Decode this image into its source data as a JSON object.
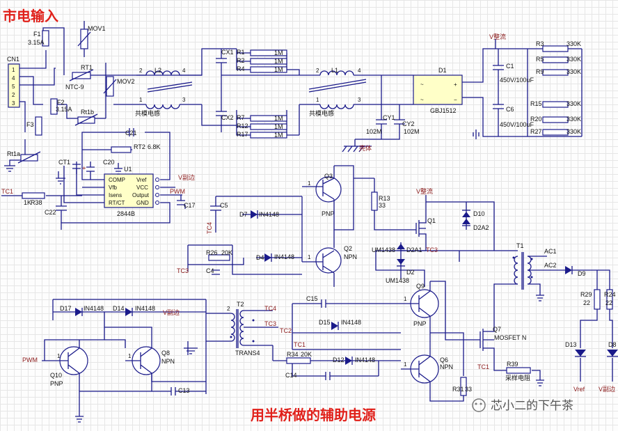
{
  "titles": {
    "mains_input": "市电输入",
    "half_bridge": "用半桥做的辅助电源"
  },
  "watermark": "芯小二的下午茶",
  "components": {
    "cn1": "CN1",
    "cn1_pins": [
      "1",
      "4",
      "5",
      "2",
      "3"
    ],
    "f1": "F1",
    "f1_val": "3.15A",
    "mov1": "MOV1",
    "rt1": "RT1",
    "rt1_val": "NTC-9",
    "mov2": "MOV2",
    "f2": "F2",
    "f2_val": "3.15A",
    "rt1b": "Rt1b",
    "f3": "F3",
    "rt1a": "Rt1a",
    "l2": "L2",
    "l2_val": "共模电感",
    "l1": "L1",
    "l1_val": "共模电感",
    "cx1": "CX1",
    "cx2": "CX2",
    "r1": "R1",
    "r2": "R2",
    "r4": "R4",
    "r7": "R7",
    "r12": "R12",
    "r17": "R17",
    "r_1m": "1M",
    "cy1": "CY1",
    "cy1_val": "102M",
    "cy2": "CY2",
    "cy2_val": "102M",
    "chassis": "壳体",
    "d1": "D1",
    "d1_val": "GBJ1512",
    "vbus": "V整流",
    "c1": "C1",
    "c1_val": "450V/100uF",
    "c6": "C6",
    "c6_val": "450V/100uF",
    "r3": "R3",
    "r5": "R5",
    "r9": "R9",
    "r15": "R15",
    "r20": "R20",
    "r27": "R27",
    "r_330k": "330K",
    "c21": "C21",
    "rt2": "RT2",
    "rt2_val": "6.8K",
    "ct1": "CT1",
    "c20": "C20",
    "u1": "U1",
    "u1_val": "2844B",
    "u1_pins_left": [
      "COMP",
      "Vfb",
      "Isens",
      "RT/CT"
    ],
    "u1_pins_right": [
      "Vref",
      "VCC",
      "Output",
      "GND"
    ],
    "v_aux": "V副边",
    "pwm": "PWM",
    "c17": "C17",
    "tc1": "TC1",
    "r38": "R38",
    "r38_val": "1K",
    "c22": "C22",
    "c5": "C5",
    "tc4": "TC4",
    "d7": "D7",
    "d7_val": "IN4148",
    "r26": "R26",
    "r26_val": "20K",
    "d4": "D4",
    "d4_val": "IN4148",
    "c4": "C4",
    "tc3": "TC3",
    "q3": "Q3",
    "q3_type": "PNP",
    "q2": "Q2",
    "q2_type": "NPN",
    "r13": "R13",
    "r13_val": "33",
    "q1": "Q1",
    "d10": "D10",
    "d2a2": "D2A2",
    "um1438": "UM1438",
    "d2a1": "D2A1",
    "d2": "D2",
    "t1": "T1",
    "ac1": "AC1",
    "ac2": "AC2",
    "d9": "D9",
    "r29": "R29",
    "r29_val": "22",
    "r24": "R24",
    "r24_val": "22",
    "d13": "D13",
    "d8": "D8",
    "vref": "Vref",
    "d17": "D17",
    "d17_val": "IN4148",
    "d14": "D14",
    "d14_val": "IN4148",
    "t2": "T2",
    "t2_val": "TRANS4",
    "tc2": "TC2",
    "c15": "C15",
    "d15": "D15",
    "d15_val": "IN4148",
    "r34": "R34",
    "r34_val": "20K",
    "d12": "D12",
    "d12_val": "IN4148",
    "c14": "C14",
    "q9": "Q9",
    "q9_type": "PNP",
    "q6": "Q6",
    "q6_type": "NPN",
    "q10": "Q10",
    "q10_type": "PNP",
    "q8": "Q8",
    "q8_type": "NPN",
    "c13": "C13",
    "q7": "Q7",
    "q7_type": "MOSFET N",
    "r39": "R39",
    "r39_val": "采样电阻",
    "r31": "R31",
    "r31_val": "33",
    "pin_1": "1",
    "pin_2": "2",
    "pin_3": "3",
    "pin_4": "4",
    "plus": "+"
  }
}
